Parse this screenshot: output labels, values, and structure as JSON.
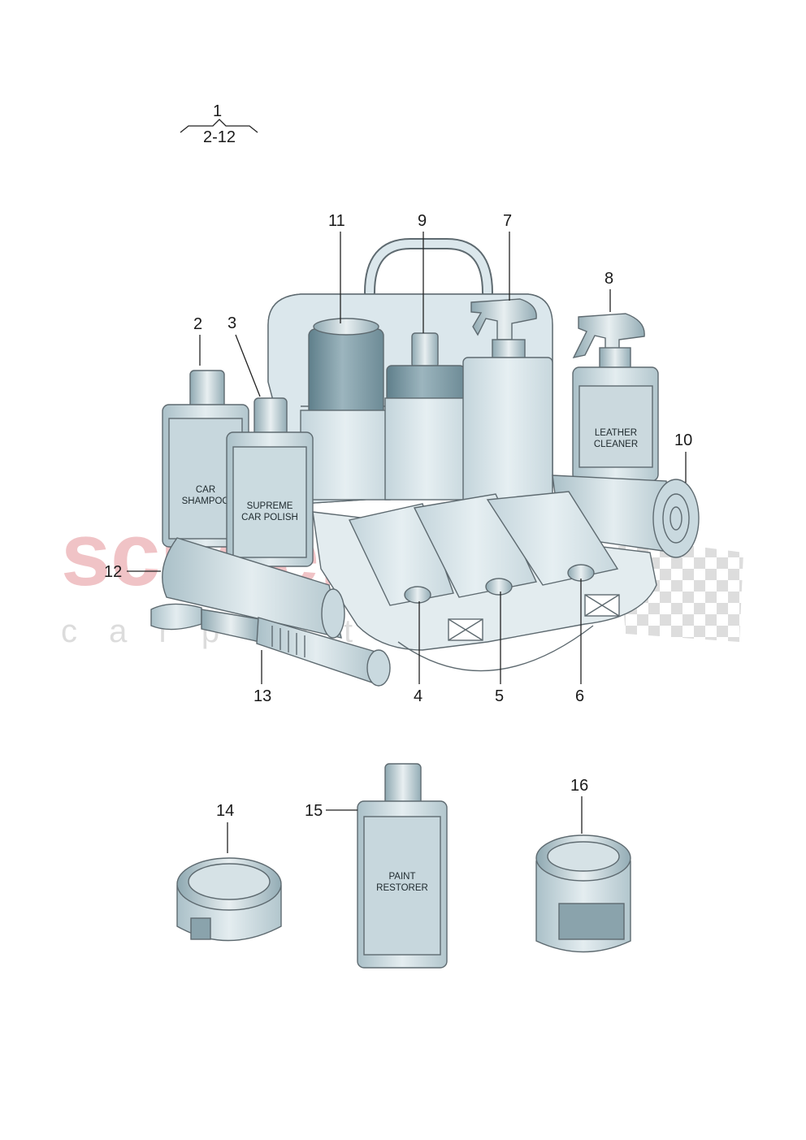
{
  "assembly": {
    "number": "1",
    "range": "2-12"
  },
  "callouts": [
    "2",
    "3",
    "4",
    "5",
    "6",
    "7",
    "8",
    "9",
    "10",
    "11",
    "12",
    "13",
    "14",
    "15",
    "16"
  ],
  "product_labels": {
    "car_shampoo": [
      "CAR",
      "SHAMPOO"
    ],
    "car_polish": [
      "SUPREME",
      "CAR POLISH"
    ],
    "leather_cleaner": [
      "LEATHER",
      "CLEANER"
    ],
    "paint_restorer": [
      "PAINT",
      "RESTORER"
    ]
  },
  "watermark": {
    "brand": "scuderia",
    "sub": "c a r   p a r t s"
  },
  "colors": {
    "line": "#5e6a70",
    "bag": "#dbe7ec",
    "bottle_dark": "#7e9ba6",
    "bottle_light": "#c9d9df",
    "watermark": "#f0c3c6"
  }
}
